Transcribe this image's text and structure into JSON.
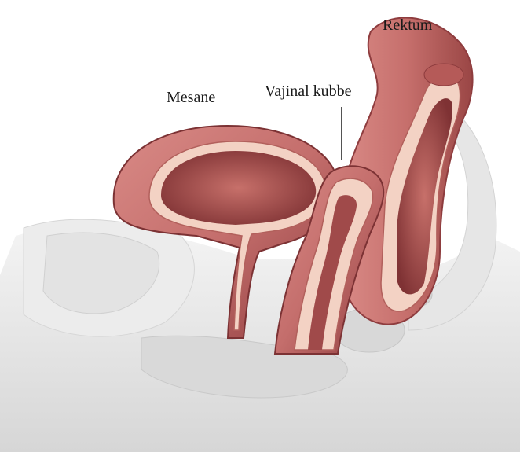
{
  "labels": {
    "bladder": "Mesane",
    "vaginal_vault": "Vajinal kubbe",
    "rectum": "Rektum"
  },
  "colors": {
    "muscle": "#c46e6c",
    "muscle_dark": "#8e3c3e",
    "lining": "#f3d2c4",
    "lumen": "#9e4a48",
    "bone_gray": "#dcdcdc",
    "text": "#1a1a1a"
  }
}
